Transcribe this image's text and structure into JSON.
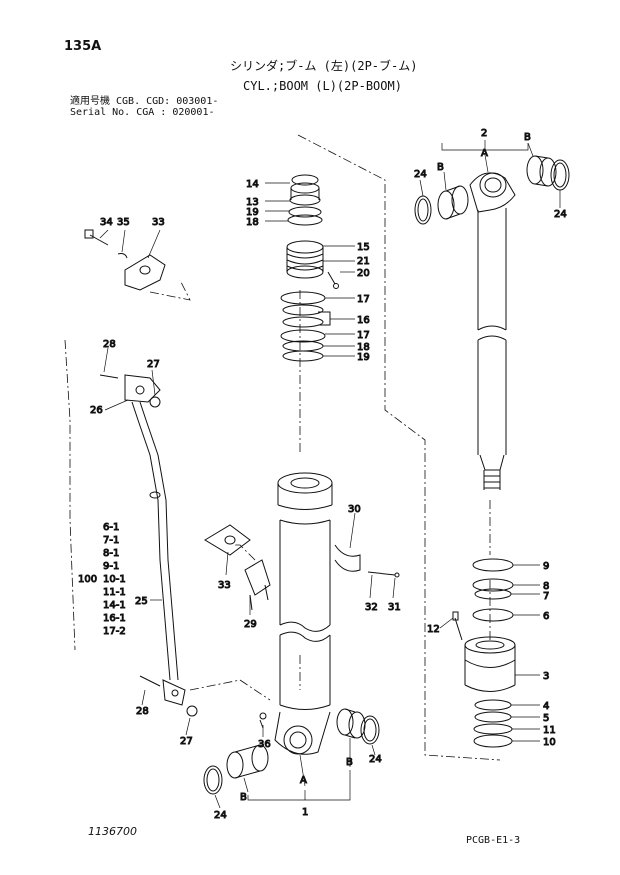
{
  "header": {
    "page_number": "135A",
    "title_jp": "シリンダ;ブ-ム (左)(2P-ブ-ム)",
    "title_en": "CYL.;BOOM (L)(2P-BOOM)",
    "serial_line1": "適用号機 CGB. CGD: 003001-",
    "serial_line2": "Serial No. CGA    : 020001-"
  },
  "callouts": {
    "c1": "1",
    "c2": "2",
    "c3": "3",
    "c4": "4",
    "c5": "5",
    "c6": "6",
    "c7": "7",
    "c8": "8",
    "c9": "9",
    "c10": "10",
    "c11": "11",
    "c12": "12",
    "c13": "13",
    "c14": "14",
    "c15": "15",
    "c16": "16",
    "c17a": "17",
    "c17b": "17",
    "c18a": "18",
    "c18b": "18",
    "c19a": "19",
    "c19b": "19",
    "c20": "20",
    "c21": "21",
    "c24a": "24",
    "c24b": "24",
    "c24c": "24",
    "c24d": "24",
    "c25": "25",
    "c26": "26",
    "c27a": "27",
    "c27b": "27",
    "c28a": "28",
    "c28b": "28",
    "c29": "29",
    "c30": "30",
    "c31": "31",
    "c32": "32",
    "c33a": "33",
    "c33b": "33",
    "c34": "34",
    "c35": "35",
    "c36": "36",
    "A1": "A",
    "A2": "A",
    "B1": "B",
    "B2": "B",
    "B3": "B",
    "B4": "B"
  },
  "kit_list": {
    "prefix": "100",
    "items": [
      "6-1",
      "7-1",
      "8-1",
      "9-1",
      "10-1",
      "11-1",
      "14-1",
      "16-1",
      "17-2"
    ]
  },
  "footer": {
    "drawing_no": "1136700",
    "figure_code": "PCGB-E1-3"
  }
}
